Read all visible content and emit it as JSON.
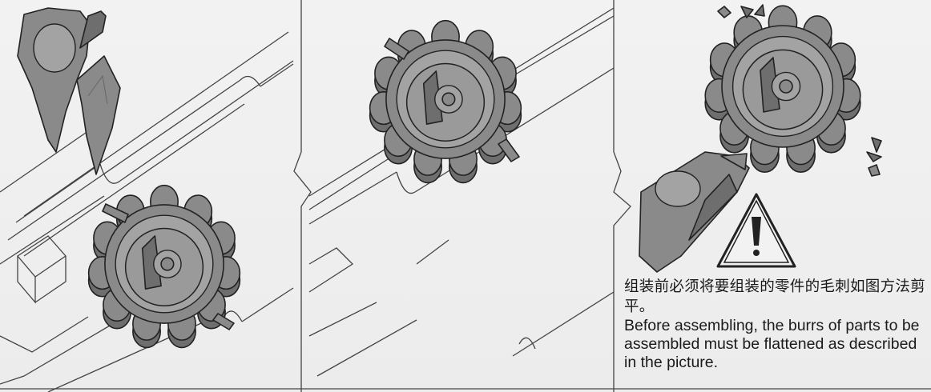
{
  "caption": {
    "zh": "组装前必须将要组装的零件的毛刺如图方法剪平。",
    "en": "Before assembling, the burrs of parts to be assembled must be flattened as described in the picture."
  },
  "icons": {
    "warning": "warning-icon",
    "tool": "nipper-tool",
    "part": "gear-part"
  },
  "colors": {
    "part_fill": "#8a8a8a",
    "outline": "#222222",
    "background": "#efefef"
  }
}
